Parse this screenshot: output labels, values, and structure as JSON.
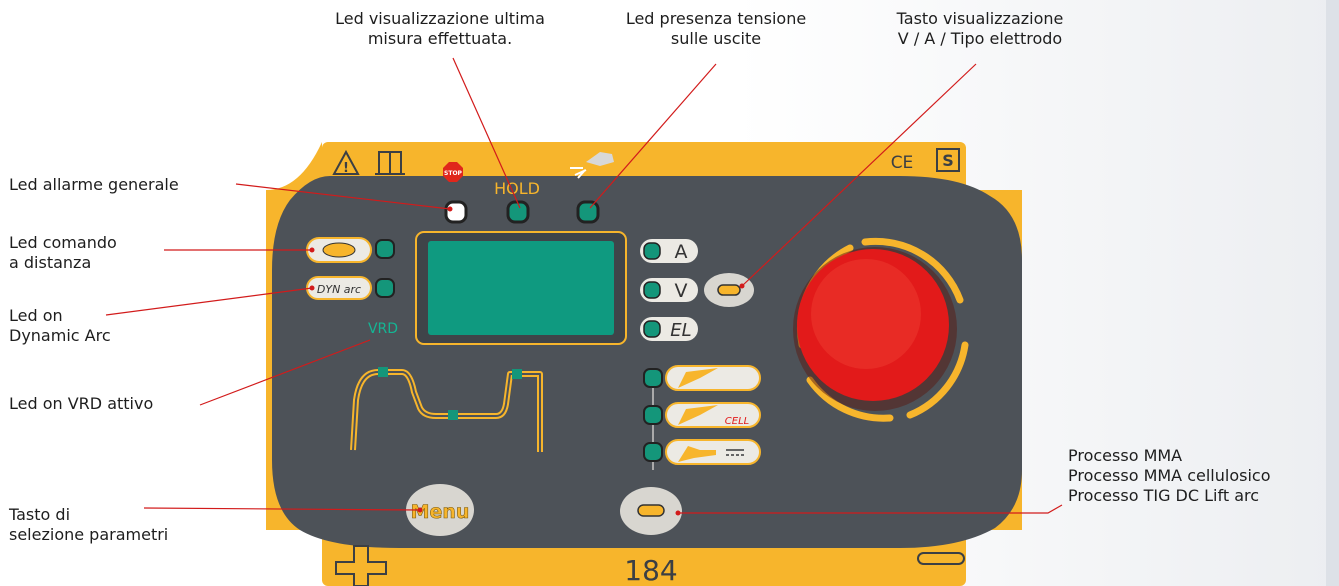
{
  "labels": {
    "hold_led": "Led visualizzazione ultima\nmisura effettuata.",
    "voltage_led": "Led presenza tensione\nsulle uscite",
    "display_button": "Tasto visualizzazione\nV / A / Tipo elettrodo",
    "alarm_led": "Led allarme generale",
    "remote_led": "Led comando\na distanza",
    "dynamic_arc_led": "Led on\nDynamic Arc",
    "vrd_led": "Led on VRD attivo",
    "menu_button": "Tasto di\nselezione parametri",
    "process": "Processo MMA\nProcesso MMA cellulosico\nProcesso TIG DC Lift arc"
  },
  "panel": {
    "hold": "HOLD",
    "stop": "STOP",
    "ce": "CE",
    "s_mark": "S",
    "dyn_arc": "DYN arc",
    "vrd": "VRD",
    "unit_a": "A",
    "unit_v": "V",
    "unit_el": "EL",
    "cell": "CELL",
    "menu": "Menu",
    "model": "184"
  },
  "colors": {
    "frame": "#f7b52c",
    "panel": "#4d5258",
    "led": "#14967a",
    "display": "#0f9a80",
    "knob": "#e21a1a",
    "pointer_line": "#d21b1b"
  }
}
